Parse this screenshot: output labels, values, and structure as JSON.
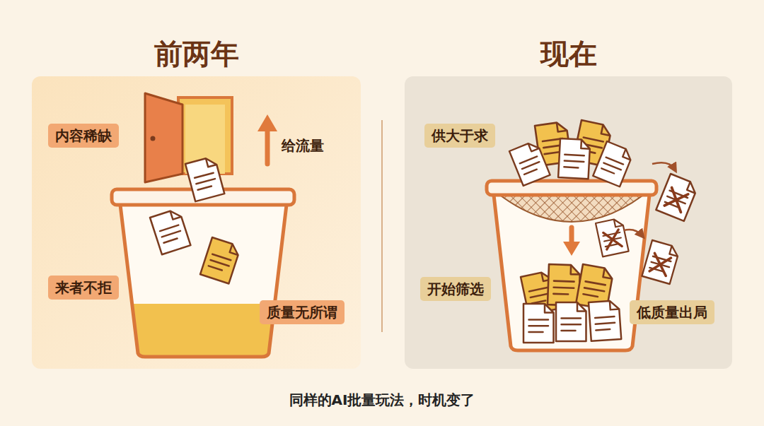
{
  "diagram": {
    "caption": "同样的AI批量玩法，时机变了",
    "nodes": [
      {
        "text": [
          "前两年"
        ]
      },
      {
        "text": [
          "内容稀缺"
        ],
        "in": 0
      },
      {
        "text": [
          "来者不拒"
        ],
        "in": 0
      },
      {
        "text": [
          "质量无所谓"
        ],
        "in": 0
      },
      {
        "text": [
          "现在"
        ]
      },
      {
        "text": [
          "供大于求"
        ],
        "in": 4
      },
      {
        "text": [
          "开始筛选"
        ],
        "in": 4
      },
      {
        "text": [
          "低质量出局"
        ],
        "in": 4
      }
    ],
    "labels": [
      "给流量"
    ]
  }
}
